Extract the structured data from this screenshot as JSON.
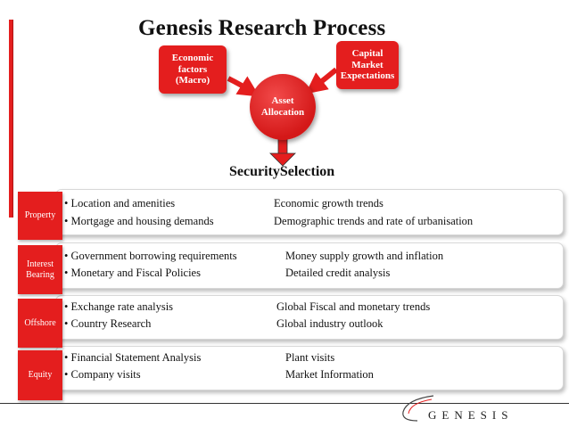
{
  "title": "Genesis Research Process",
  "inputs": {
    "left": [
      "Economic",
      "factors",
      "(Macro)"
    ],
    "right": [
      "Capital",
      "Market",
      "Expectations"
    ]
  },
  "center": [
    "Asset",
    "Allocation"
  ],
  "security_selection": "SecuritySelection",
  "rows": [
    {
      "label": [
        "Property"
      ],
      "left_items": [
        "Location and amenities",
        "Mortgage and housing demands"
      ],
      "right_items": [
        "Economic growth trends",
        "Demographic trends and rate of urbanisation"
      ]
    },
    {
      "label": [
        "Interest",
        "Bearing"
      ],
      "left_items": [
        "Government borrowing requirements",
        "Monetary and Fiscal Policies"
      ],
      "right_items": [
        "Money supply growth and inflation",
        "Detailed credit analysis"
      ]
    },
    {
      "label": [
        "Offshore"
      ],
      "left_items": [
        "Exchange rate analysis",
        "Country Research"
      ],
      "right_items": [
        "Global Fiscal and monetary trends",
        "Global industry outlook"
      ]
    },
    {
      "label": [
        "Equity"
      ],
      "left_items": [
        "Financial Statement Analysis",
        "Company visits"
      ],
      "right_items": [
        "Plant visits",
        "Market Information"
      ]
    }
  ],
  "bullet": "•",
  "logo": "GENESIS",
  "colors": {
    "accent": "#e41e1e",
    "text": "#111111",
    "panel_border": "#d8d8d8"
  }
}
